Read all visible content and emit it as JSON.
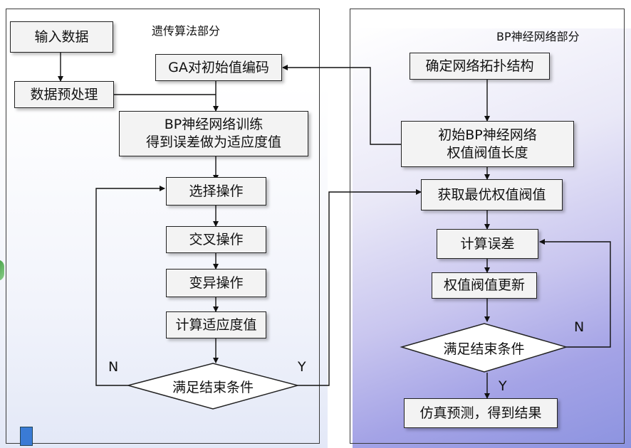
{
  "left_panel": {
    "title": "遗传算法部分",
    "boxes": {
      "input": "输入数据",
      "preprocess": "数据预处理",
      "ga_encode": "GA对初始值编码",
      "bp_train": "BP神经网络训练\n得到误差做为适应度值",
      "select": "选择操作",
      "crossover": "交叉操作",
      "mutate": "变异操作",
      "fitness": "计算适应度值"
    },
    "decision": "满足结束条件",
    "n_label": "N",
    "y_label": "Y"
  },
  "right_panel": {
    "title": "BP神经网络部分",
    "boxes": {
      "topology": "确定网络拓扑结构",
      "init_len": "初始BP神经网络\n权值阀值长度",
      "get_best": "获取最优权值阀值",
      "calc_error": "计算误差",
      "update": "权值阀值更新",
      "result": "仿真预测，得到结果"
    },
    "decision": "满足结束条件",
    "n_label": "N",
    "y_label": "Y"
  }
}
